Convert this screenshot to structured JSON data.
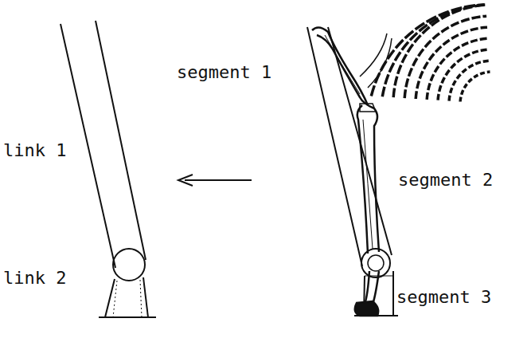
{
  "diagram": {
    "labels": [
      "link 1",
      "link 2",
      "segment 1",
      "segment 2",
      "segment 3"
    ]
  }
}
